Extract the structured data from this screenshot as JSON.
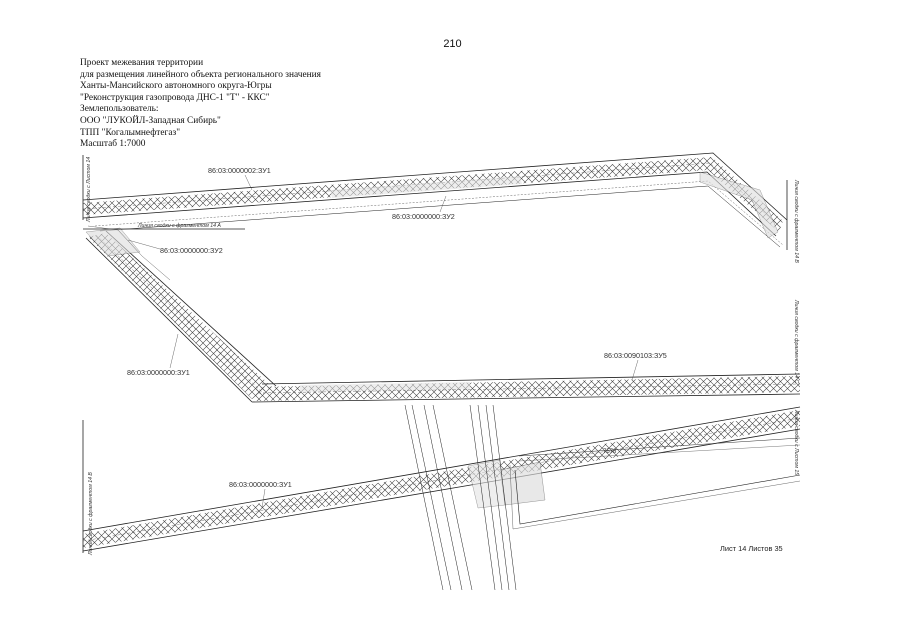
{
  "page_number": "210",
  "header": {
    "lines": [
      "Проект межевания территории",
      "для размещения линейного объекта регионального значения",
      "Ханты-Мансийского автономного округа-Югры",
      "\"Реконструкция газопровода ДНС-1 \"Т\" - ККС\"",
      "Землепользователь:",
      "ООО \"ЛУКОЙЛ-Западная Сибирь\"",
      "ТПП \"Когалымнефтегаз\"",
      "Масштаб 1:7000"
    ]
  },
  "parcels": {
    "zu1_top": "86:03:0000002:ЗУ1",
    "zu2_top": "86:03:0000000:ЗУ2",
    "zu2_left": "86:03:0000000:ЗУ2",
    "zu1_diag": "86:03:0000000:ЗУ1",
    "zu5": "86:03:0090103:ЗУ5",
    "zu1_bottom": "86:03:0000000:ЗУ1"
  },
  "margins": {
    "left_top": "Линия сводки с Листом 14",
    "fragment_a": "Линия сводки с фрагментом 14 А",
    "fragment_b": "Линия сводки с фрагментом 14 В",
    "fragment_c": "Линия сводки с фрагментом 14 С",
    "sheet_15": "Линия сводки с Листом 15",
    "left_bottom": "Линия сводки с фрагментом 14 В"
  },
  "road_number": "7578",
  "sheet_label": "Лист 14 Листов 35"
}
